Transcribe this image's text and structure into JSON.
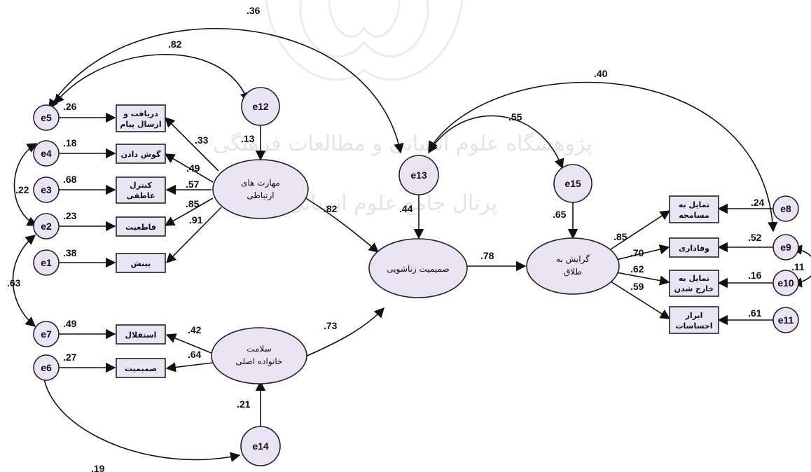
{
  "watermark": {
    "line1": "پژوهشگاه علوم انسانی و مطالعات فرهنگی",
    "line2": "پرتال جامع علوم انسانی"
  },
  "latents": {
    "communication_skills": [
      "مهارت های",
      "ارتباطی"
    ],
    "family_health": [
      "سلامت",
      "خانواده اصلی"
    ],
    "marital_intimacy": [
      "صمیمیت زناشویی"
    ],
    "divorce_tendency": [
      "گرایش به",
      "طلاق"
    ]
  },
  "indicators": {
    "receive_send": [
      "دریافت و",
      "ارسال پیام"
    ],
    "listening": [
      "گوش دادن"
    ],
    "emotional_control": [
      "کنترل",
      "عاطفی"
    ],
    "assertiveness": [
      "قاطعیت"
    ],
    "insight": [
      "بینش"
    ],
    "independence": [
      "استقلال"
    ],
    "intimacy": [
      "صمیمیت"
    ],
    "tolerance": [
      "تمایل به",
      "مسامحه"
    ],
    "loyalty": [
      "وفاداری"
    ],
    "leave_tendency": [
      "تمایل به",
      "خارج شدن"
    ],
    "express_feelings": [
      "ابراز",
      "احساسات"
    ]
  },
  "errors": {
    "e1": "e1",
    "e2": "e2",
    "e3": "e3",
    "e4": "e4",
    "e5": "e5",
    "e6": "e6",
    "e7": "e7",
    "e8": "e8",
    "e9": "e9",
    "e10": "e10",
    "e11": "e11",
    "e12": "e12",
    "e13": "e13",
    "e14": "e14",
    "e15": "e15"
  },
  "coefficients": {
    "e5_val": ".26",
    "e4_val": ".18",
    "e3_val": ".68",
    "e2_val": ".23",
    "e1_val": ".38",
    "e7_val": ".49",
    "e6_val": ".27",
    "load_receive": ".33",
    "load_listen": ".49",
    "load_control": ".57",
    "load_assert": ".85",
    "load_insight": ".91",
    "load_indep": ".42",
    "load_intim": ".64",
    "e12_val": ".13",
    "e14_val": ".21",
    "e13_val": ".44",
    "e15_val": ".65",
    "path_comm_intimacy": ".82",
    "path_family_intimacy": ".73",
    "path_intimacy_divorce": ".78",
    "load_tolerance": ".85",
    "load_loyalty": ".70",
    "load_leave": ".62",
    "load_express": ".59",
    "e8_val": ".24",
    "e9_val": ".52",
    "e10_val": ".16",
    "e11_val": ".61",
    "cov_e5_e13": ".36",
    "cov_e5_e12": ".82",
    "cov_e13_e9": ".40",
    "cov_e13_e15": ".55",
    "cov_e4_e2": ".22",
    "cov_e2_e7": ".63",
    "cov_e6_e14": ".19",
    "cov_e9_e10": ".11"
  }
}
